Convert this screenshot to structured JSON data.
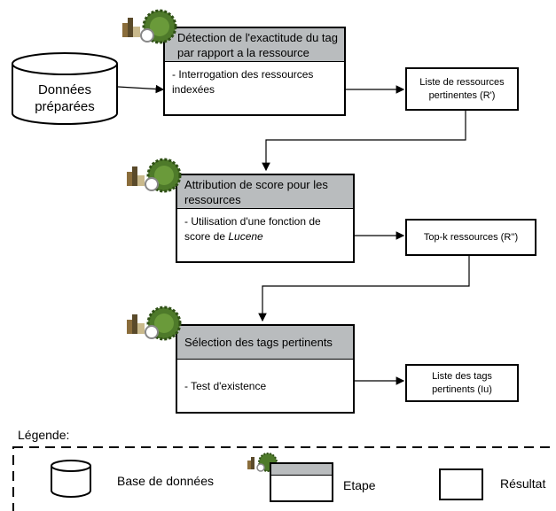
{
  "database": {
    "label_line1": "Données",
    "label_line2": "préparées"
  },
  "steps": [
    {
      "header": "Détection de l'exactitude du tag par rapport a la ressource",
      "body_line1": "- Interrogation des ressources",
      "body_line2": "indexées"
    },
    {
      "header": "Attribution de score pour les ressources",
      "body_line1": "- Utilisation d'une fonction de",
      "body_line2_prefix": "score de ",
      "body_line2_italic": "Lucene"
    },
    {
      "header": "Sélection des tags pertinents",
      "body_line1": "- Test d'existence"
    }
  ],
  "results": [
    {
      "label": "Liste de ressources pertinentes (R')"
    },
    {
      "label": "Top-k ressources (R'')"
    },
    {
      "label": "Liste des tags pertinents (Iu)"
    }
  ],
  "legend": {
    "title": "Légende:",
    "database": "Base de données",
    "step": "Etape",
    "result": "Résultat"
  },
  "colors": {
    "step_header": "#b9bcbe",
    "gear_green": "#4e7a2a"
  }
}
